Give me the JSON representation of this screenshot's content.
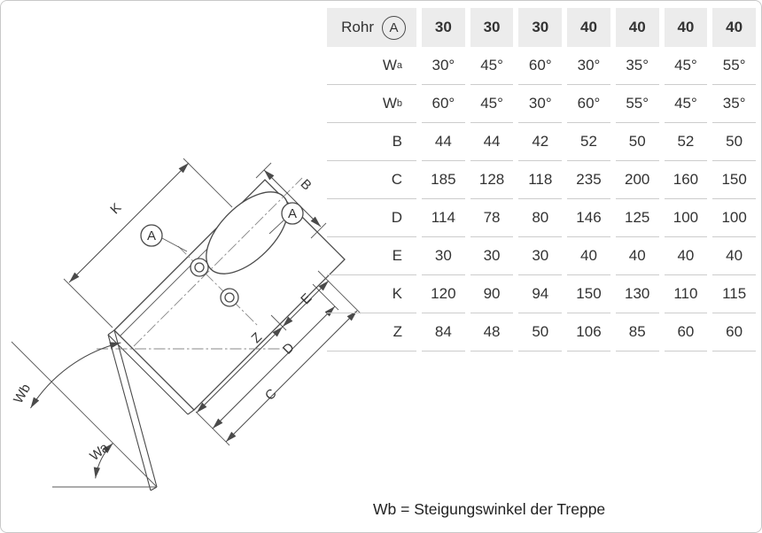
{
  "table": {
    "header": {
      "label": "Rohr",
      "badge": "A",
      "values": [
        "30",
        "30",
        "30",
        "40",
        "40",
        "40",
        "40"
      ]
    },
    "rows": [
      {
        "label": "W",
        "sub": "a",
        "values": [
          "30°",
          "45°",
          "60°",
          "30°",
          "35°",
          "45°",
          "55°"
        ]
      },
      {
        "label": "W",
        "sub": "b",
        "values": [
          "60°",
          "45°",
          "30°",
          "60°",
          "55°",
          "45°",
          "35°"
        ]
      },
      {
        "label": "B",
        "sub": "",
        "values": [
          "44",
          "44",
          "42",
          "52",
          "50",
          "52",
          "50"
        ]
      },
      {
        "label": "C",
        "sub": "",
        "values": [
          "185",
          "128",
          "118",
          "235",
          "200",
          "160",
          "150"
        ]
      },
      {
        "label": "D",
        "sub": "",
        "values": [
          "114",
          "78",
          "80",
          "146",
          "125",
          "100",
          "100"
        ]
      },
      {
        "label": "E",
        "sub": "",
        "values": [
          "30",
          "30",
          "30",
          "40",
          "40",
          "40",
          "40"
        ]
      },
      {
        "label": "K",
        "sub": "",
        "values": [
          "120",
          "90",
          "94",
          "150",
          "130",
          "110",
          "115"
        ]
      },
      {
        "label": "Z",
        "sub": "",
        "values": [
          "84",
          "48",
          "50",
          "106",
          "85",
          "60",
          "60"
        ]
      }
    ]
  },
  "note": "Wb = Steigungswinkel der Treppe",
  "drawing": {
    "labels": {
      "k": "K",
      "a1": "A",
      "a2": "A",
      "b": "B",
      "e": "E",
      "z": "Z",
      "d": "D",
      "c": "C",
      "wa": "Wa",
      "wb": "Wb"
    },
    "colors": {
      "line": "#4a4a4a",
      "centerline": "#888",
      "header_bg": "#ececec"
    }
  }
}
